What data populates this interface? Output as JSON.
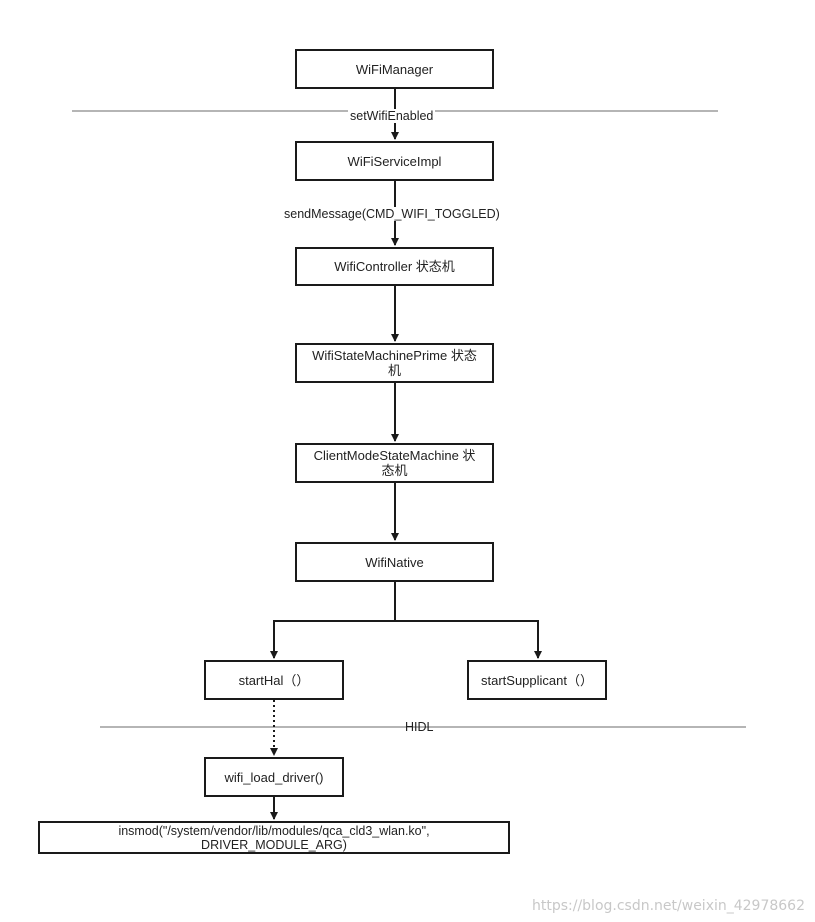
{
  "nodes": {
    "wifi_manager": "WiFiManager",
    "wifi_service_impl": "WiFiServiceImpl",
    "wifi_controller": "WifiController 状态机",
    "wifi_state_machine_prime": "WifiStateMachinePrime 状态\n机",
    "client_mode_state_machine": "ClientModeStateMachine 状\n态机",
    "wifi_native": "WifiNative",
    "start_hal": "startHal（）",
    "start_supplicant": "startSupplicant（）",
    "wifi_load_driver": "wifi_load_driver()",
    "insmod": "insmod(\"/system/vendor/lib/modules/qca_cld3_wlan.ko\",\nDRIVER_MODULE_ARG)"
  },
  "edges": {
    "set_wifi_enabled": "setWifiEnabled",
    "send_message": "sendMessage(CMD_WIFI_TOGGLED)"
  },
  "separators": {
    "hidl": "HIDL"
  },
  "watermark": "https://blog.csdn.net/weixin_42978662"
}
